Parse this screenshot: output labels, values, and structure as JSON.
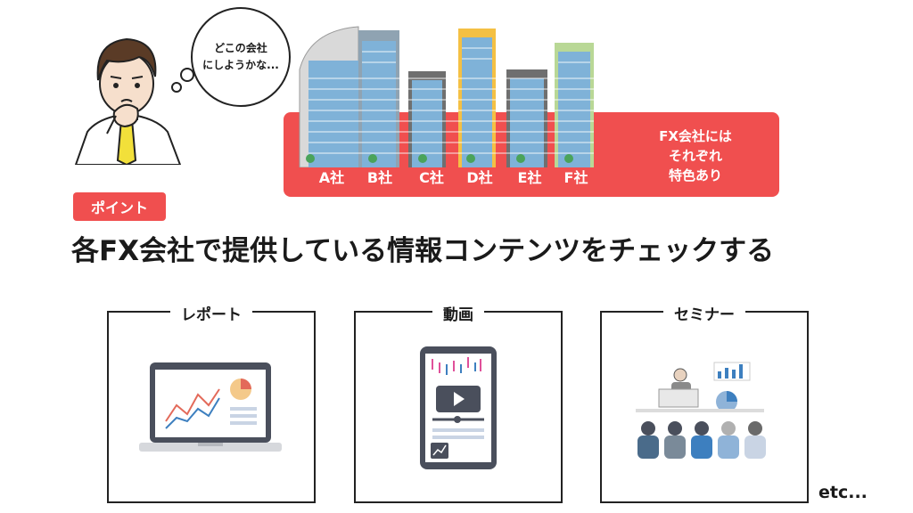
{
  "thought_bubble": {
    "text": "どこの会社\nにしようかな..."
  },
  "companies": [
    {
      "label": "A社",
      "color": "#8fa3b2"
    },
    {
      "label": "B社",
      "color": "#8fa3b2"
    },
    {
      "label": "C社",
      "color": "#6f6f6f"
    },
    {
      "label": "D社",
      "color": "#f4c044"
    },
    {
      "label": "E社",
      "color": "#6f6f6f"
    },
    {
      "label": "F社",
      "color": "#b9d896"
    }
  ],
  "banner_note": "FX会社には\nそれぞれ\n特色あり",
  "point_badge": "ポイント",
  "headline": "各FX会社で提供している情報コンテンツをチェックする",
  "cards": [
    {
      "title": "レポート",
      "icon": "laptop-report-icon"
    },
    {
      "title": "動画",
      "icon": "tablet-video-icon"
    },
    {
      "title": "セミナー",
      "icon": "seminar-icon"
    }
  ],
  "etc": "etc...",
  "colors": {
    "accent": "#f04f4f",
    "building_glass": "#7fb2d8",
    "tie": "#f2e03a"
  }
}
